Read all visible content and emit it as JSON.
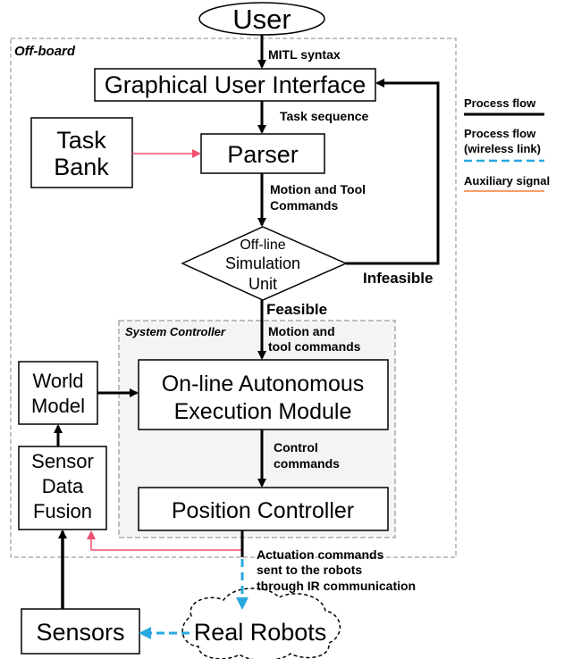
{
  "nodes": {
    "user": "User",
    "gui": "Graphical User Interface",
    "task_bank_1": "Task",
    "task_bank_2": "Bank",
    "parser": "Parser",
    "sim_1": "Off-line",
    "sim_2": "Simulation",
    "sim_3": "Unit",
    "world_1": "World",
    "world_2": "Model",
    "fusion_1": "Sensor",
    "fusion_2": "Data",
    "fusion_3": "Fusion",
    "online_1": "On-line Autonomous",
    "online_2": "Execution Module",
    "position": "Position Controller",
    "sensors": "Sensors",
    "robots": "Real Robots"
  },
  "regions": {
    "offboard": "Off-board",
    "system_controller": "System Controller"
  },
  "edges": {
    "mitl": "MITL syntax",
    "task_seq": "Task sequence",
    "motion_tool_1": "Motion and Tool",
    "motion_tool_2": "Commands",
    "infeasible": "Infeasible",
    "feasible": "Feasible",
    "motion_lower_1": "Motion and",
    "motion_lower_2": "tool commands",
    "control_1": "Control",
    "control_2": "commands",
    "actuation_1": "Actuation commands",
    "actuation_2": "sent to the robots",
    "actuation_3": "through IR communication"
  },
  "legend": {
    "process_flow": "Process flow",
    "wireless_1": "Process flow",
    "wireless_2": "(wireless link)",
    "auxiliary": "Auxiliary signal",
    "colors": {
      "process": "#000000",
      "wireless": "#29a8e0",
      "auxiliary": "#f0506e",
      "auxiliary_line": "#f08040"
    }
  }
}
